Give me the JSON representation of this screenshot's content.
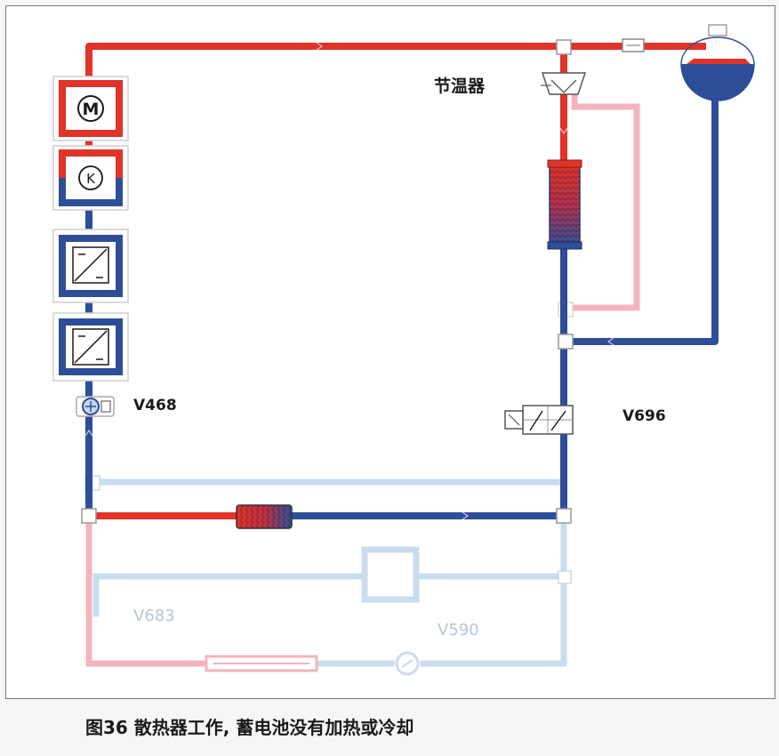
{
  "labels": {
    "thermostat": "节温器",
    "v468": "V468",
    "v696": "V696",
    "v683": "V683",
    "v590": "V590"
  },
  "caption": "图36 散热器工作, 蓄电池没有加热或冷却",
  "icons": {
    "motor": "M",
    "compressor": "K"
  },
  "colors": {
    "hot": "#e0332a",
    "cold": "#2e4f98",
    "inactive_hot": "#f4b4bd",
    "inactive_cold": "#c9ddef"
  }
}
